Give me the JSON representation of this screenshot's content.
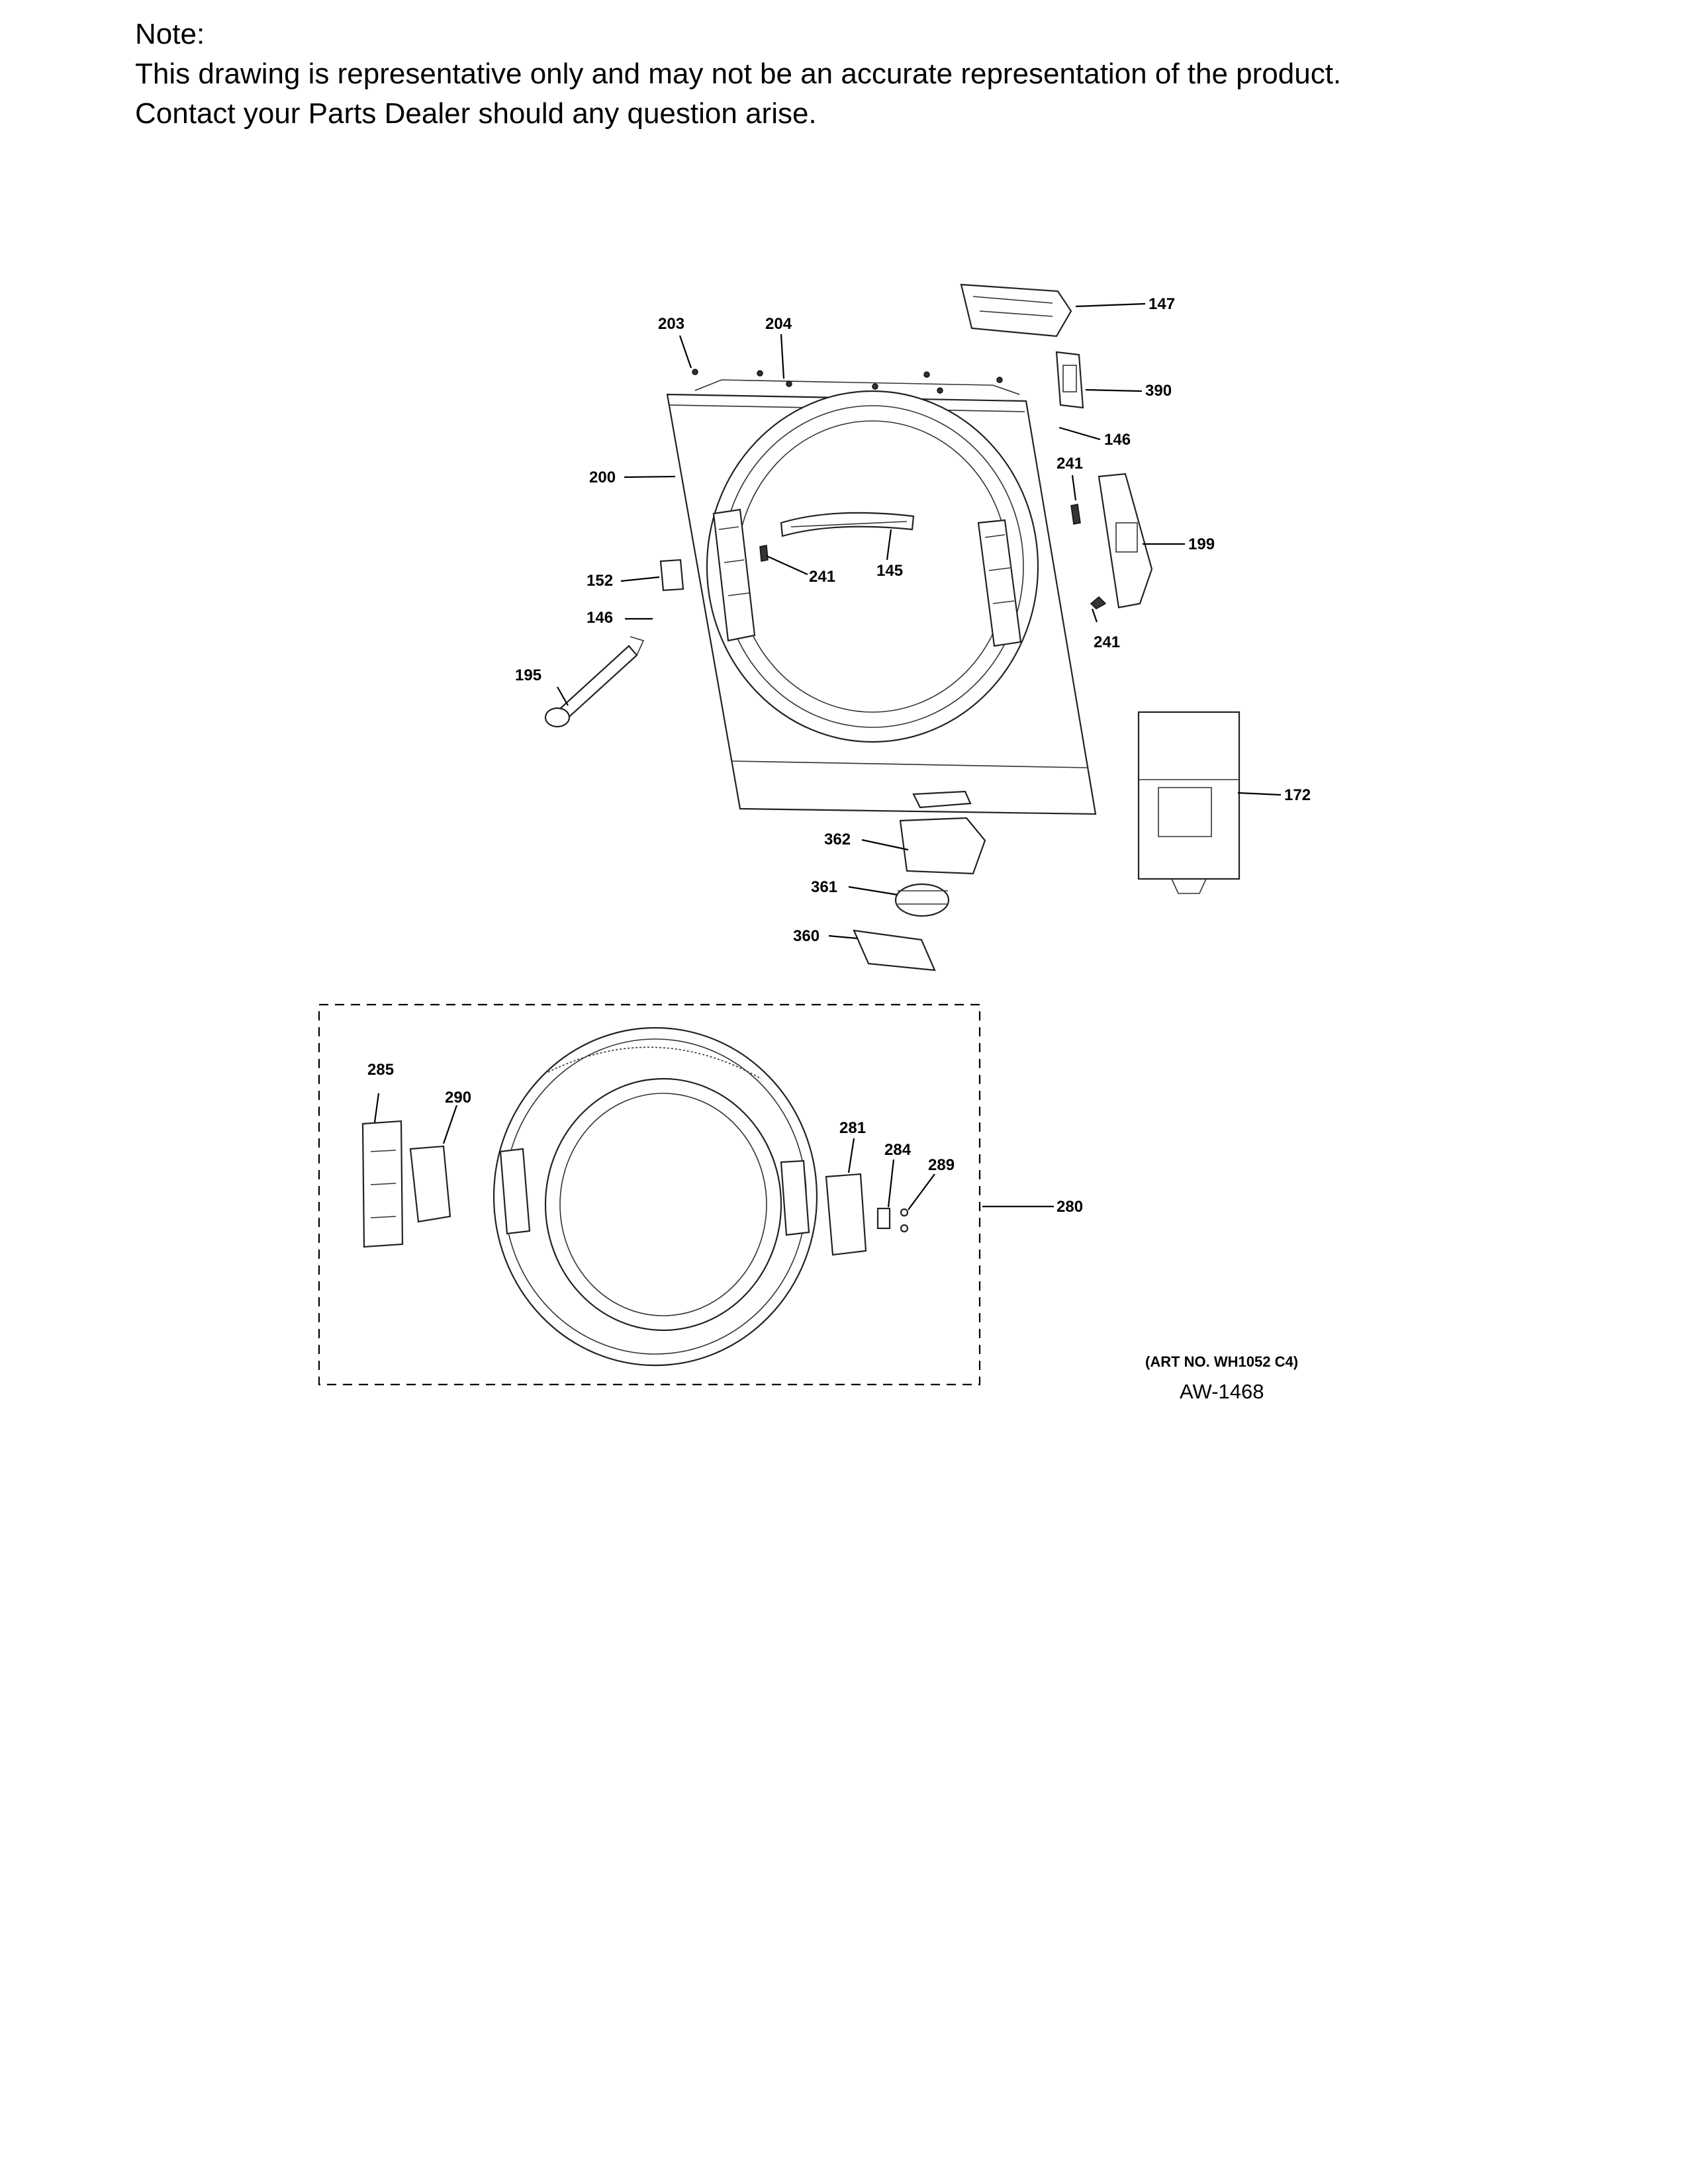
{
  "note": {
    "heading": "Note:",
    "line1": "This drawing is representative only and may not be an accurate representation of the product.",
    "line2": "Contact your Parts Dealer should any question arise."
  },
  "callouts": {
    "c147": "147",
    "c390": "390",
    "c146a": "146",
    "c241a": "241",
    "c199": "199",
    "c241c": "241",
    "c203": "203",
    "c204": "204",
    "c200": "200",
    "c145": "145",
    "c241b": "241",
    "c152": "152",
    "c146b": "146",
    "c195": "195",
    "c172": "172",
    "c362": "362",
    "c361": "361",
    "c360": "360",
    "c285": "285",
    "c290": "290",
    "c281": "281",
    "c284": "284",
    "c289": "289",
    "c280": "280"
  },
  "art_no": "(ART NO. WH1052 C4)",
  "aw_code": "AW-1468"
}
